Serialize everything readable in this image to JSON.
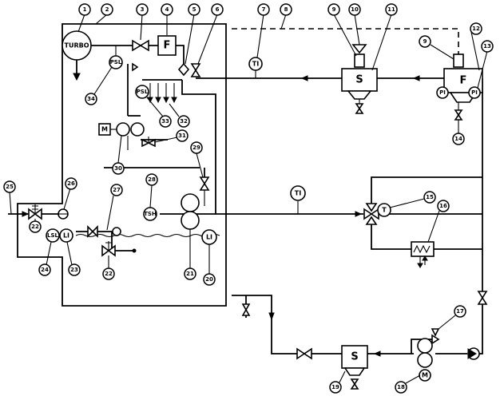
{
  "labels": {
    "turbo": "TURBO",
    "filter_f": "F",
    "strainer_s": "S",
    "pump_motor": "M",
    "pump_motor_small": "M",
    "psl": "PSL",
    "tsh": "TSH",
    "lsl": "LSL",
    "li": "LI",
    "ti": "TI",
    "pi": "PI",
    "t": "T"
  },
  "callouts": [
    "1",
    "2",
    "3",
    "4",
    "5",
    "6",
    "7",
    "8",
    "9",
    "10",
    "11",
    "12",
    "13",
    "14",
    "15",
    "16",
    "17",
    "18",
    "19",
    "20",
    "21",
    "22",
    "23",
    "24",
    "25",
    "26",
    "27",
    "28",
    "29",
    "30",
    "31",
    "32",
    "33",
    "34"
  ]
}
